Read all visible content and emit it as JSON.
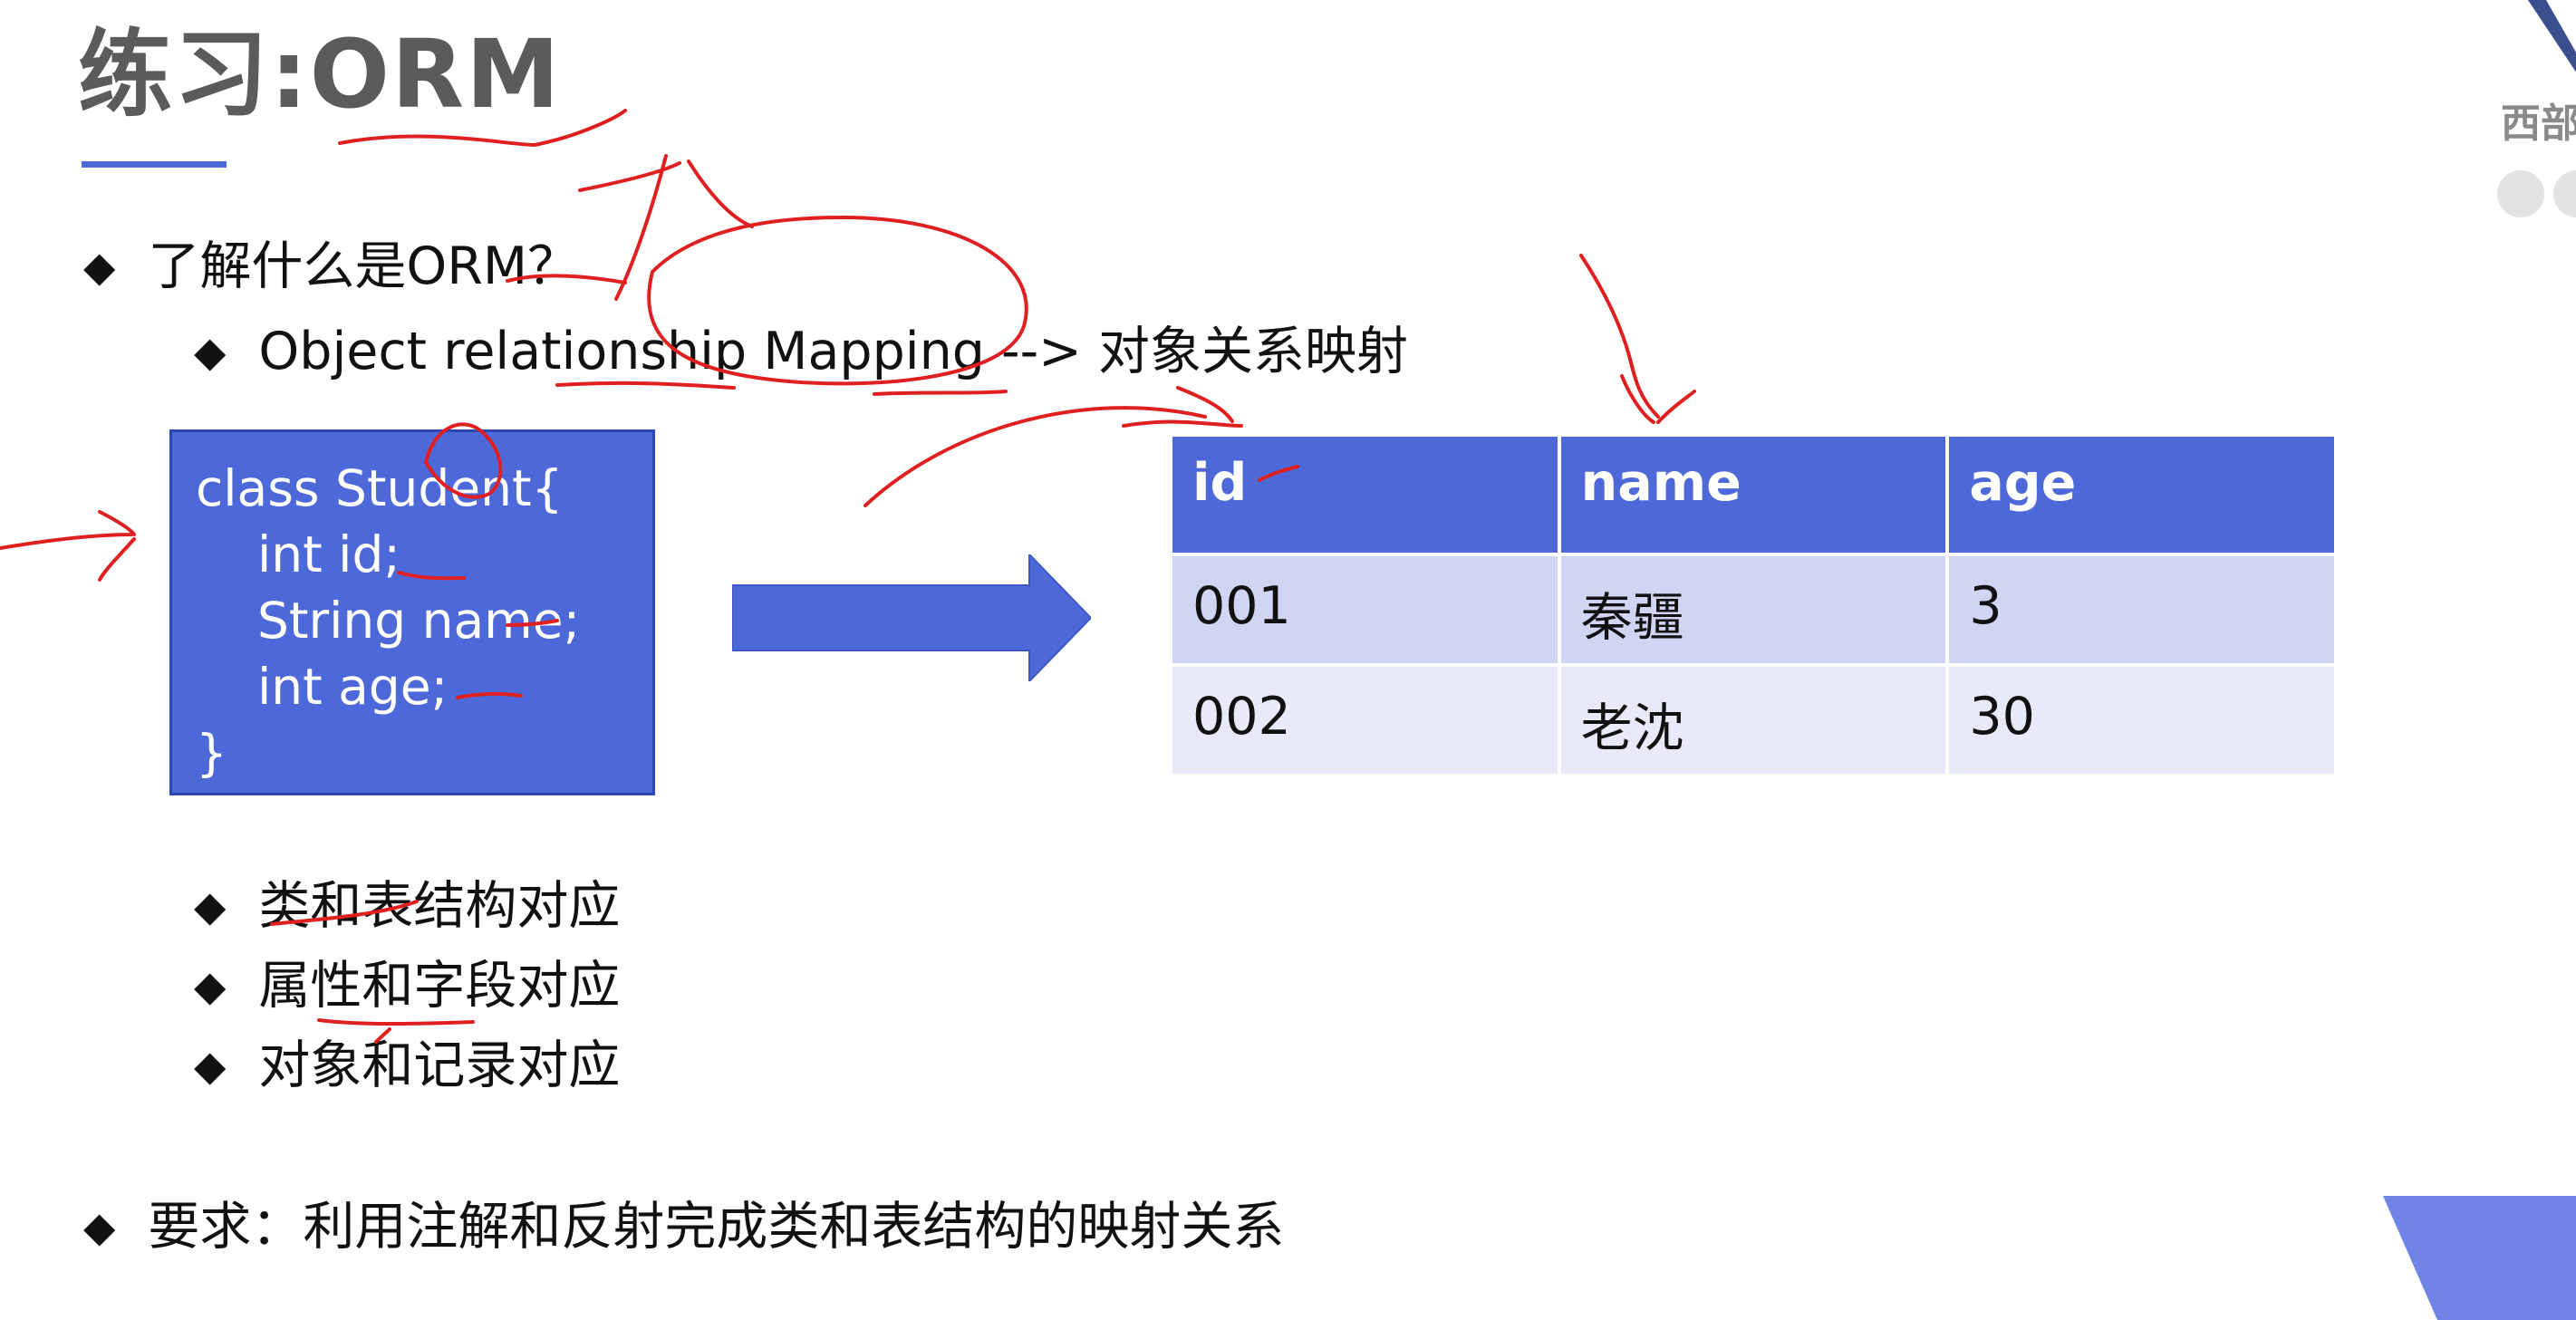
{
  "slide": {
    "title": "练习:ORM",
    "bullet_symbol": "◆",
    "bullets": {
      "what_is_orm": "了解什么是ORM？",
      "definition": "Object relationship Mapping --> 对象关系映射",
      "point1": "类和表结构对应",
      "point2": "属性和字段对应",
      "point3": "对象和记录对应",
      "requirement": "要求：利用注解和反射完成类和表结构的映射关系"
    },
    "code": {
      "line1": "class Student{",
      "line2": "int id;",
      "line3": "String name;",
      "line4": "int age;",
      "line5": "}"
    },
    "table": {
      "headers": [
        "id",
        "name",
        "age"
      ],
      "rows": [
        [
          "001",
          "秦疆",
          "3"
        ],
        [
          "002",
          "老沈",
          "30"
        ]
      ]
    },
    "logo": {
      "text": "西部"
    },
    "colors": {
      "accent": "#4d68d8",
      "row_dark": "#cfd5f2",
      "row_light": "#e7eaf8",
      "annotation_ink": "#e02020"
    }
  }
}
